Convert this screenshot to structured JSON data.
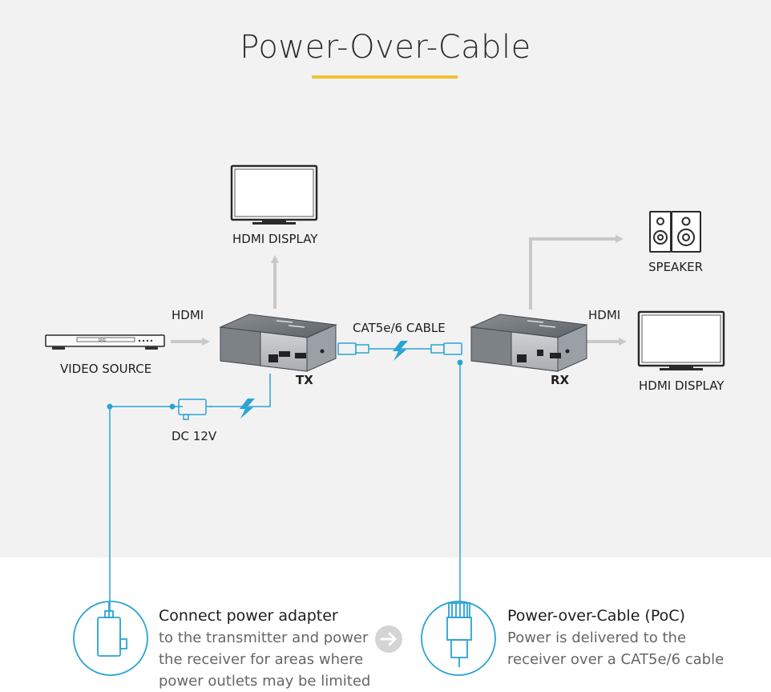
{
  "title": "Power-Over-Cable",
  "labels": {
    "hdmi_display_top": "HDMI DISPLAY",
    "hdmi_left": "HDMI",
    "video_source": "VIDEO SOURCE",
    "tx": "TX",
    "cable": "CAT5e/6 CABLE",
    "rx": "RX",
    "hdmi_right": "HDMI",
    "hdmi_display_right": "HDMI DISPLAY",
    "speaker": "SPEAKER",
    "dc": "DC 12V"
  },
  "device_text": {
    "dvd": "DVD"
  },
  "features": [
    {
      "title": "Connect power adapter",
      "lines": [
        "to the transmitter and power",
        "the receiver for areas where",
        "power outlets may be limited"
      ]
    },
    {
      "title": "Power-over-Cable (PoC)",
      "lines": [
        "Power is delivered to the",
        "receiver over a CAT5e/6 cable"
      ]
    }
  ],
  "colors": {
    "accent_blue": "#2aa3d4",
    "underline_yellow": "#f2c12e",
    "arrow_gray": "#c8c8c8"
  }
}
